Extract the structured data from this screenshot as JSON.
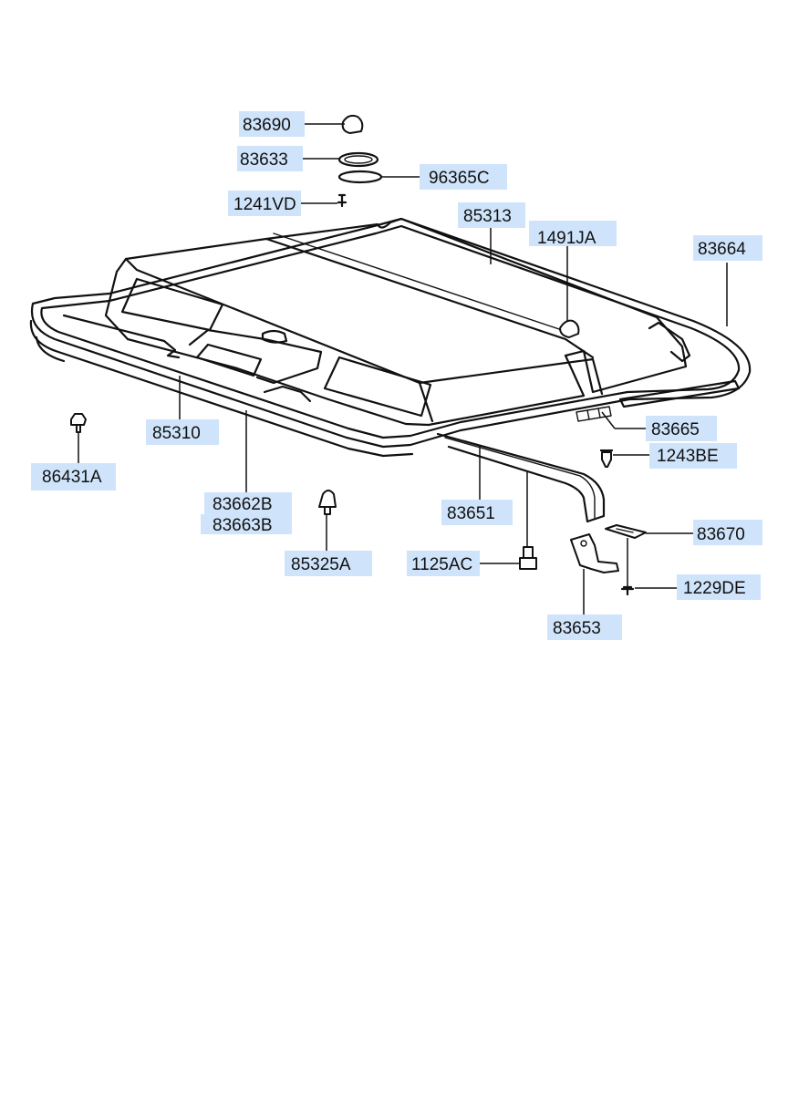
{
  "labels": {
    "p83690": "83690",
    "p83633": "83633",
    "p96365C": "96365C",
    "p1241VD": "1241VD",
    "p85313": "85313",
    "p1491JA": "1491JA",
    "p83664": "83664",
    "p83665": "83665",
    "p1243BE": "1243BE",
    "p85310": "85310",
    "p86431A": "86431A",
    "p83662B": "83662B",
    "p83663B": "83663B",
    "p85325A": "85325A",
    "p83651": "83651",
    "p1125AC": "1125AC",
    "p83670": "83670",
    "p1229DE": "1229DE",
    "p83653": "83653"
  },
  "colors": {
    "label_background": "#cfe4fb",
    "line": "#111111",
    "background": "#ffffff"
  }
}
